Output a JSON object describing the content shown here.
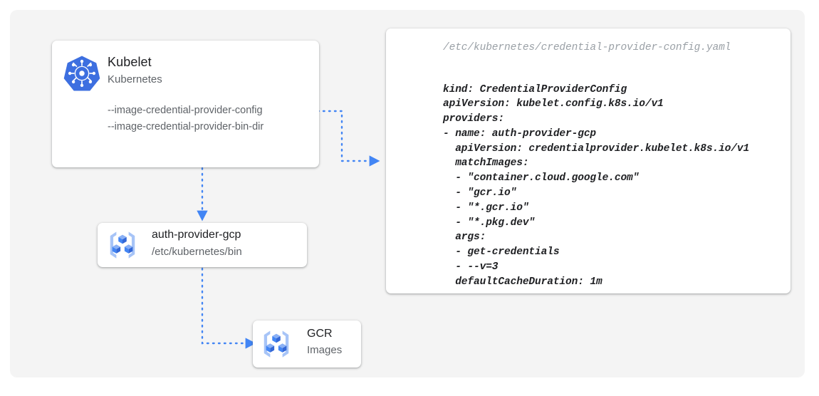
{
  "diagram": {
    "accent_color": "#4285f4",
    "background_color": "#f4f4f4",
    "card_background": "#ffffff"
  },
  "kubelet_card": {
    "icon": "kubernetes-helm-wheel-icon",
    "title": "Kubelet",
    "subtitle": "Kubernetes",
    "flag_1": "--image-credential-provider-config",
    "flag_2": "--image-credential-provider-bin-dir"
  },
  "auth_provider_card": {
    "icon": "container-registry-icon",
    "title": "auth-provider-gcp",
    "subtitle": "/etc/kubernetes/bin"
  },
  "gcr_card": {
    "icon": "container-registry-icon",
    "title": "GCR",
    "subtitle": "Images"
  },
  "yaml_card": {
    "filename": "/etc/kubernetes/credential-provider-config.yaml",
    "code": "kind: CredentialProviderConfig\napiVersion: kubelet.config.k8s.io/v1\nproviders:\n- name: auth-provider-gcp\n  apiVersion: credentialprovider.kubelet.k8s.io/v1\n  matchImages:\n  - \"container.cloud.google.com\"\n  - \"gcr.io\"\n  - \"*.gcr.io\"\n  - \"*.pkg.dev\"\n  args:\n  - get-credentials\n  - --v=3\n  defaultCacheDuration: 1m"
  },
  "connectors": [
    {
      "name": "kubelet-to-yaml-config",
      "from": "kubelet_card.flag_1",
      "to": "yaml_card",
      "style": "dotted-arrow"
    },
    {
      "name": "kubelet-to-auth-provider",
      "from": "kubelet_card",
      "to": "auth_provider_card",
      "style": "dotted-arrow"
    },
    {
      "name": "auth-provider-to-gcr",
      "from": "auth_provider_card",
      "to": "gcr_card",
      "style": "dotted-arrow"
    }
  ]
}
